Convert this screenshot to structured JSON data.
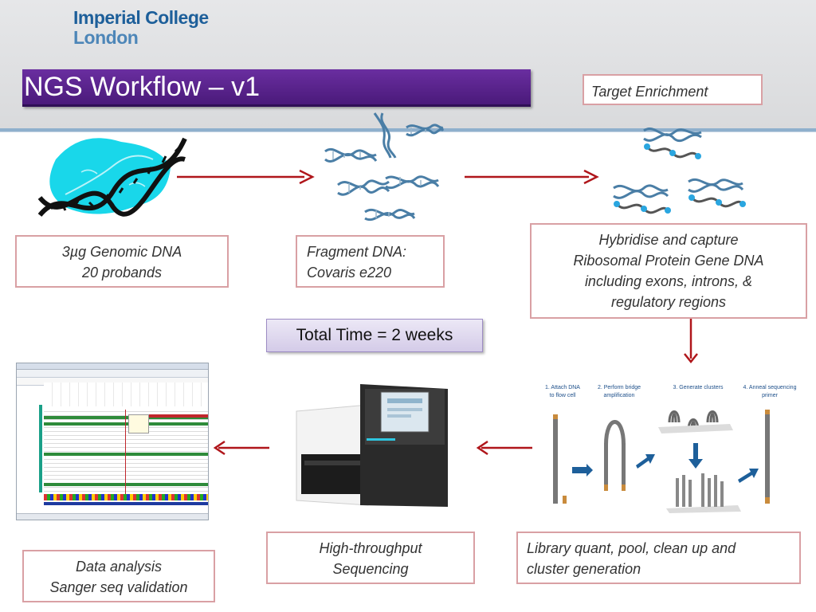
{
  "logo": {
    "line1": "Imperial College",
    "line2": "London"
  },
  "title": "NGS Workflow – v1",
  "total_time": "Total Time = 2 weeks",
  "labels": {
    "target_enrichment": "Target Enrichment",
    "genomic_dna": [
      "3µg Genomic DNA",
      "20 probands"
    ],
    "fragment_dna": [
      "Fragment DNA:",
      "Covaris e220"
    ],
    "hybridise": [
      "Hybridise and capture",
      "Ribosomal Protein Gene DNA",
      "including exons, introns, &",
      "regulatory regions"
    ],
    "library": [
      "Library quant, pool, clean up and",
      "cluster generation"
    ],
    "sequencing": [
      "High-throughput",
      "Sequencing"
    ],
    "data_analysis": [
      "Data analysis",
      "Sanger seq validation"
    ]
  },
  "cluster_steps": [
    "1. Attach DNA",
    "to flow cell",
    "2. Perform bridge",
    "amplification",
    "3. Generate clusters",
    "4. Anneal sequencing",
    "primer"
  ],
  "colors": {
    "arrow": "#b0161b",
    "title_bar": "#5a2390",
    "box_border": "#d9a0a4",
    "logo": "#1d5f9a"
  }
}
